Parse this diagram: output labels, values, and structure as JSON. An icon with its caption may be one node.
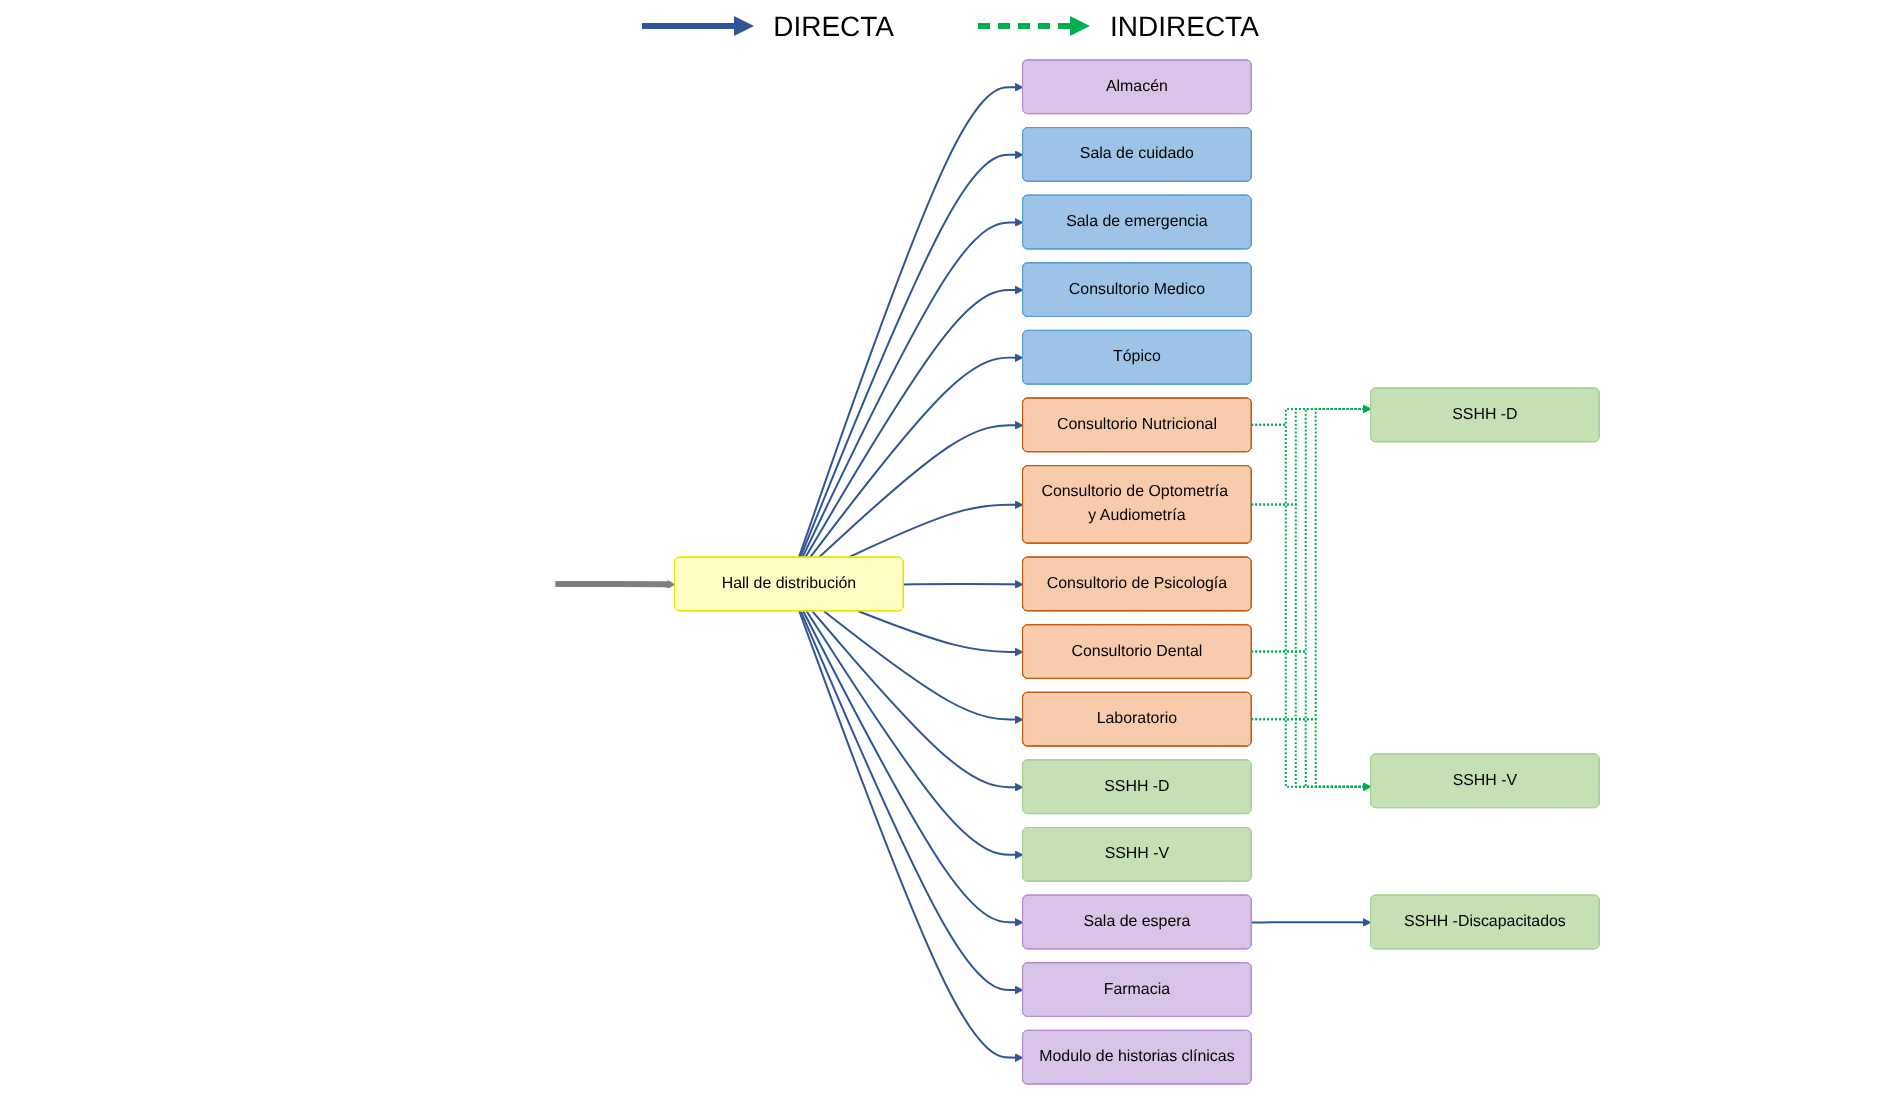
{
  "diagram": {
    "nodes": [
      {
        "text": [
          "Almacén"
        ]
      },
      {
        "text": [
          "Sala de cuidado"
        ]
      },
      {
        "text": [
          "Sala de emergencia"
        ]
      },
      {
        "text": [
          "Consultorio Medico"
        ]
      },
      {
        "text": [
          "Tópico"
        ]
      },
      {
        "text": [
          "Hall de distribución"
        ]
      },
      {
        "text": [
          "Consultorio Nutricional"
        ]
      },
      {
        "text": [
          "Consultorio de Optometría y Audiometría"
        ]
      },
      {
        "text": [
          "Consultorio de Psicología"
        ]
      },
      {
        "text": [
          "Consultorio Dental"
        ]
      },
      {
        "text": [
          "Laboratorio"
        ]
      },
      {
        "text": [
          "SSHH -D"
        ]
      },
      {
        "text": [
          "SSHH -V"
        ]
      },
      {
        "text": [
          "SSHH -D"
        ]
      },
      {
        "text": [
          "SSHH -V"
        ]
      },
      {
        "text": [
          "SSHH -Discapacitados"
        ]
      },
      {
        "text": [
          "Sala de espera"
        ]
      },
      {
        "text": [
          "Farmacia"
        ]
      },
      {
        "text": [
          "Modulo de historias clínicas"
        ]
      }
    ],
    "edges": [
      {
        "from": null,
        "to": 5,
        "arrow": "to",
        "style": "thick",
        "color": "#7f7f7f"
      },
      {
        "from": 5,
        "to": 0,
        "arrow": "to"
      },
      {
        "from": 5,
        "to": 1,
        "arrow": "to"
      },
      {
        "from": 5,
        "to": 2,
        "arrow": "to"
      },
      {
        "from": 5,
        "to": 3,
        "arrow": "to"
      },
      {
        "from": 5,
        "to": 4,
        "arrow": "to"
      },
      {
        "from": 5,
        "to": 6,
        "arrow": "to"
      },
      {
        "from": 5,
        "to": 7,
        "arrow": "to"
      },
      {
        "from": 5,
        "to": 8,
        "arrow": "to"
      },
      {
        "from": 5,
        "to": 9,
        "arrow": "to"
      },
      {
        "from": 5,
        "to": 10,
        "arrow": "to"
      },
      {
        "from": 5,
        "to": 13,
        "arrow": "to"
      },
      {
        "from": 5,
        "to": 14,
        "arrow": "to"
      },
      {
        "from": 5,
        "to": 16,
        "arrow": "to"
      },
      {
        "from": 16,
        "to": 15,
        "arrow": "to"
      },
      {
        "from": 5,
        "to": 17,
        "arrow": "to"
      },
      {
        "from": 5,
        "to": 18,
        "arrow": "to"
      },
      {
        "from": 6,
        "to": 11,
        "arrow": "to",
        "style": "dashed",
        "color": "#00b050"
      },
      {
        "from": 6,
        "to": 12,
        "arrow": "to",
        "style": "dashed",
        "color": "#00b050"
      },
      {
        "from": 7,
        "to": 11,
        "arrow": "to",
        "style": "dashed",
        "color": "#00b050"
      },
      {
        "from": 7,
        "to": 12,
        "arrow": "to",
        "style": "dashed",
        "color": "#00b050"
      },
      {
        "from": 9,
        "to": 11,
        "arrow": "to",
        "style": "dashed",
        "color": "#00b050"
      },
      {
        "from": 9,
        "to": 12,
        "arrow": "to",
        "style": "dashed",
        "color": "#00b050"
      },
      {
        "from": 10,
        "to": 11,
        "arrow": "to",
        "style": "dashed",
        "color": "#00b050"
      },
      {
        "from": 10,
        "to": 12,
        "arrow": "to",
        "style": "dashed",
        "color": "#00b050"
      }
    ],
    "legend": [
      {
        "text": "DIRECTA"
      },
      {
        "text": "INDIRECTA"
      }
    ]
  }
}
